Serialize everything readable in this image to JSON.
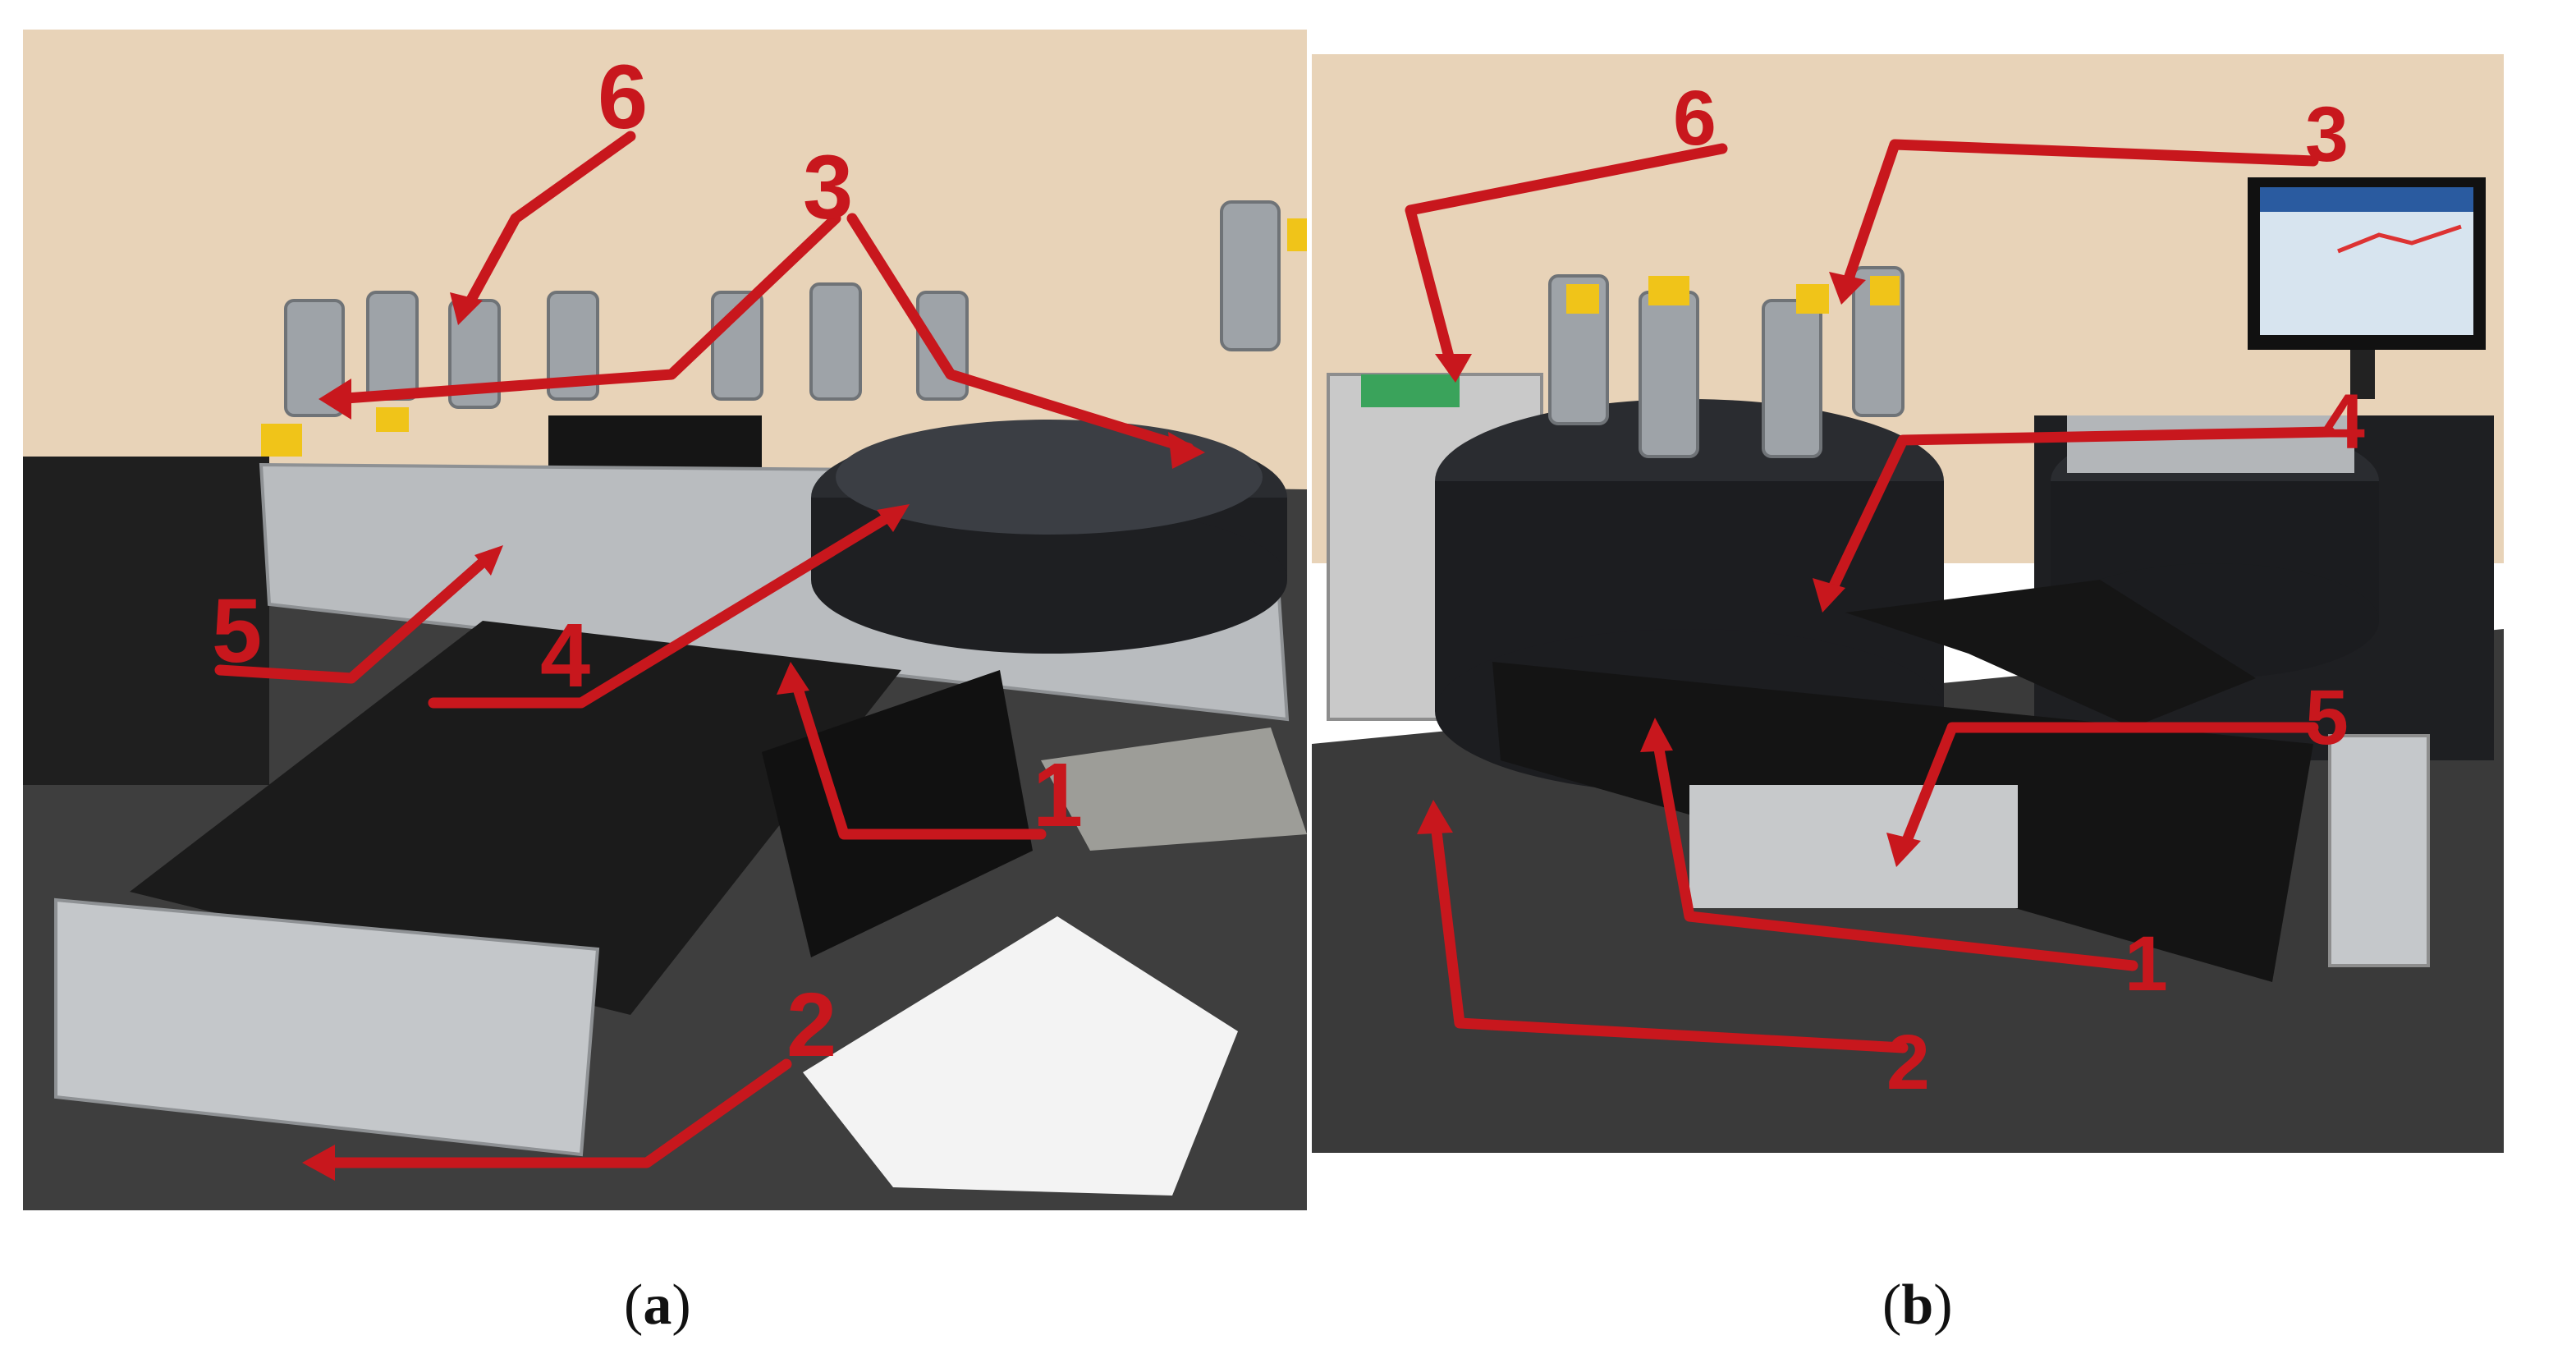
{
  "colors": {
    "callout_red": "#c8171d",
    "wall": "#e8d3b8",
    "granite": "#3a3a3a",
    "aluminum": "#b9bcbf",
    "black_part": "#1b1b1b"
  },
  "panel_a": {
    "caption_open": "(",
    "caption_label": "a",
    "caption_close": ")",
    "callouts": [
      "6",
      "3",
      "5",
      "4",
      "1",
      "2"
    ]
  },
  "panel_b": {
    "caption_open": "(",
    "caption_label": "b",
    "caption_close": ")",
    "callouts": [
      "6",
      "3",
      "4",
      "5",
      "1",
      "2"
    ],
    "monitor_icon": "monitor-icon"
  }
}
